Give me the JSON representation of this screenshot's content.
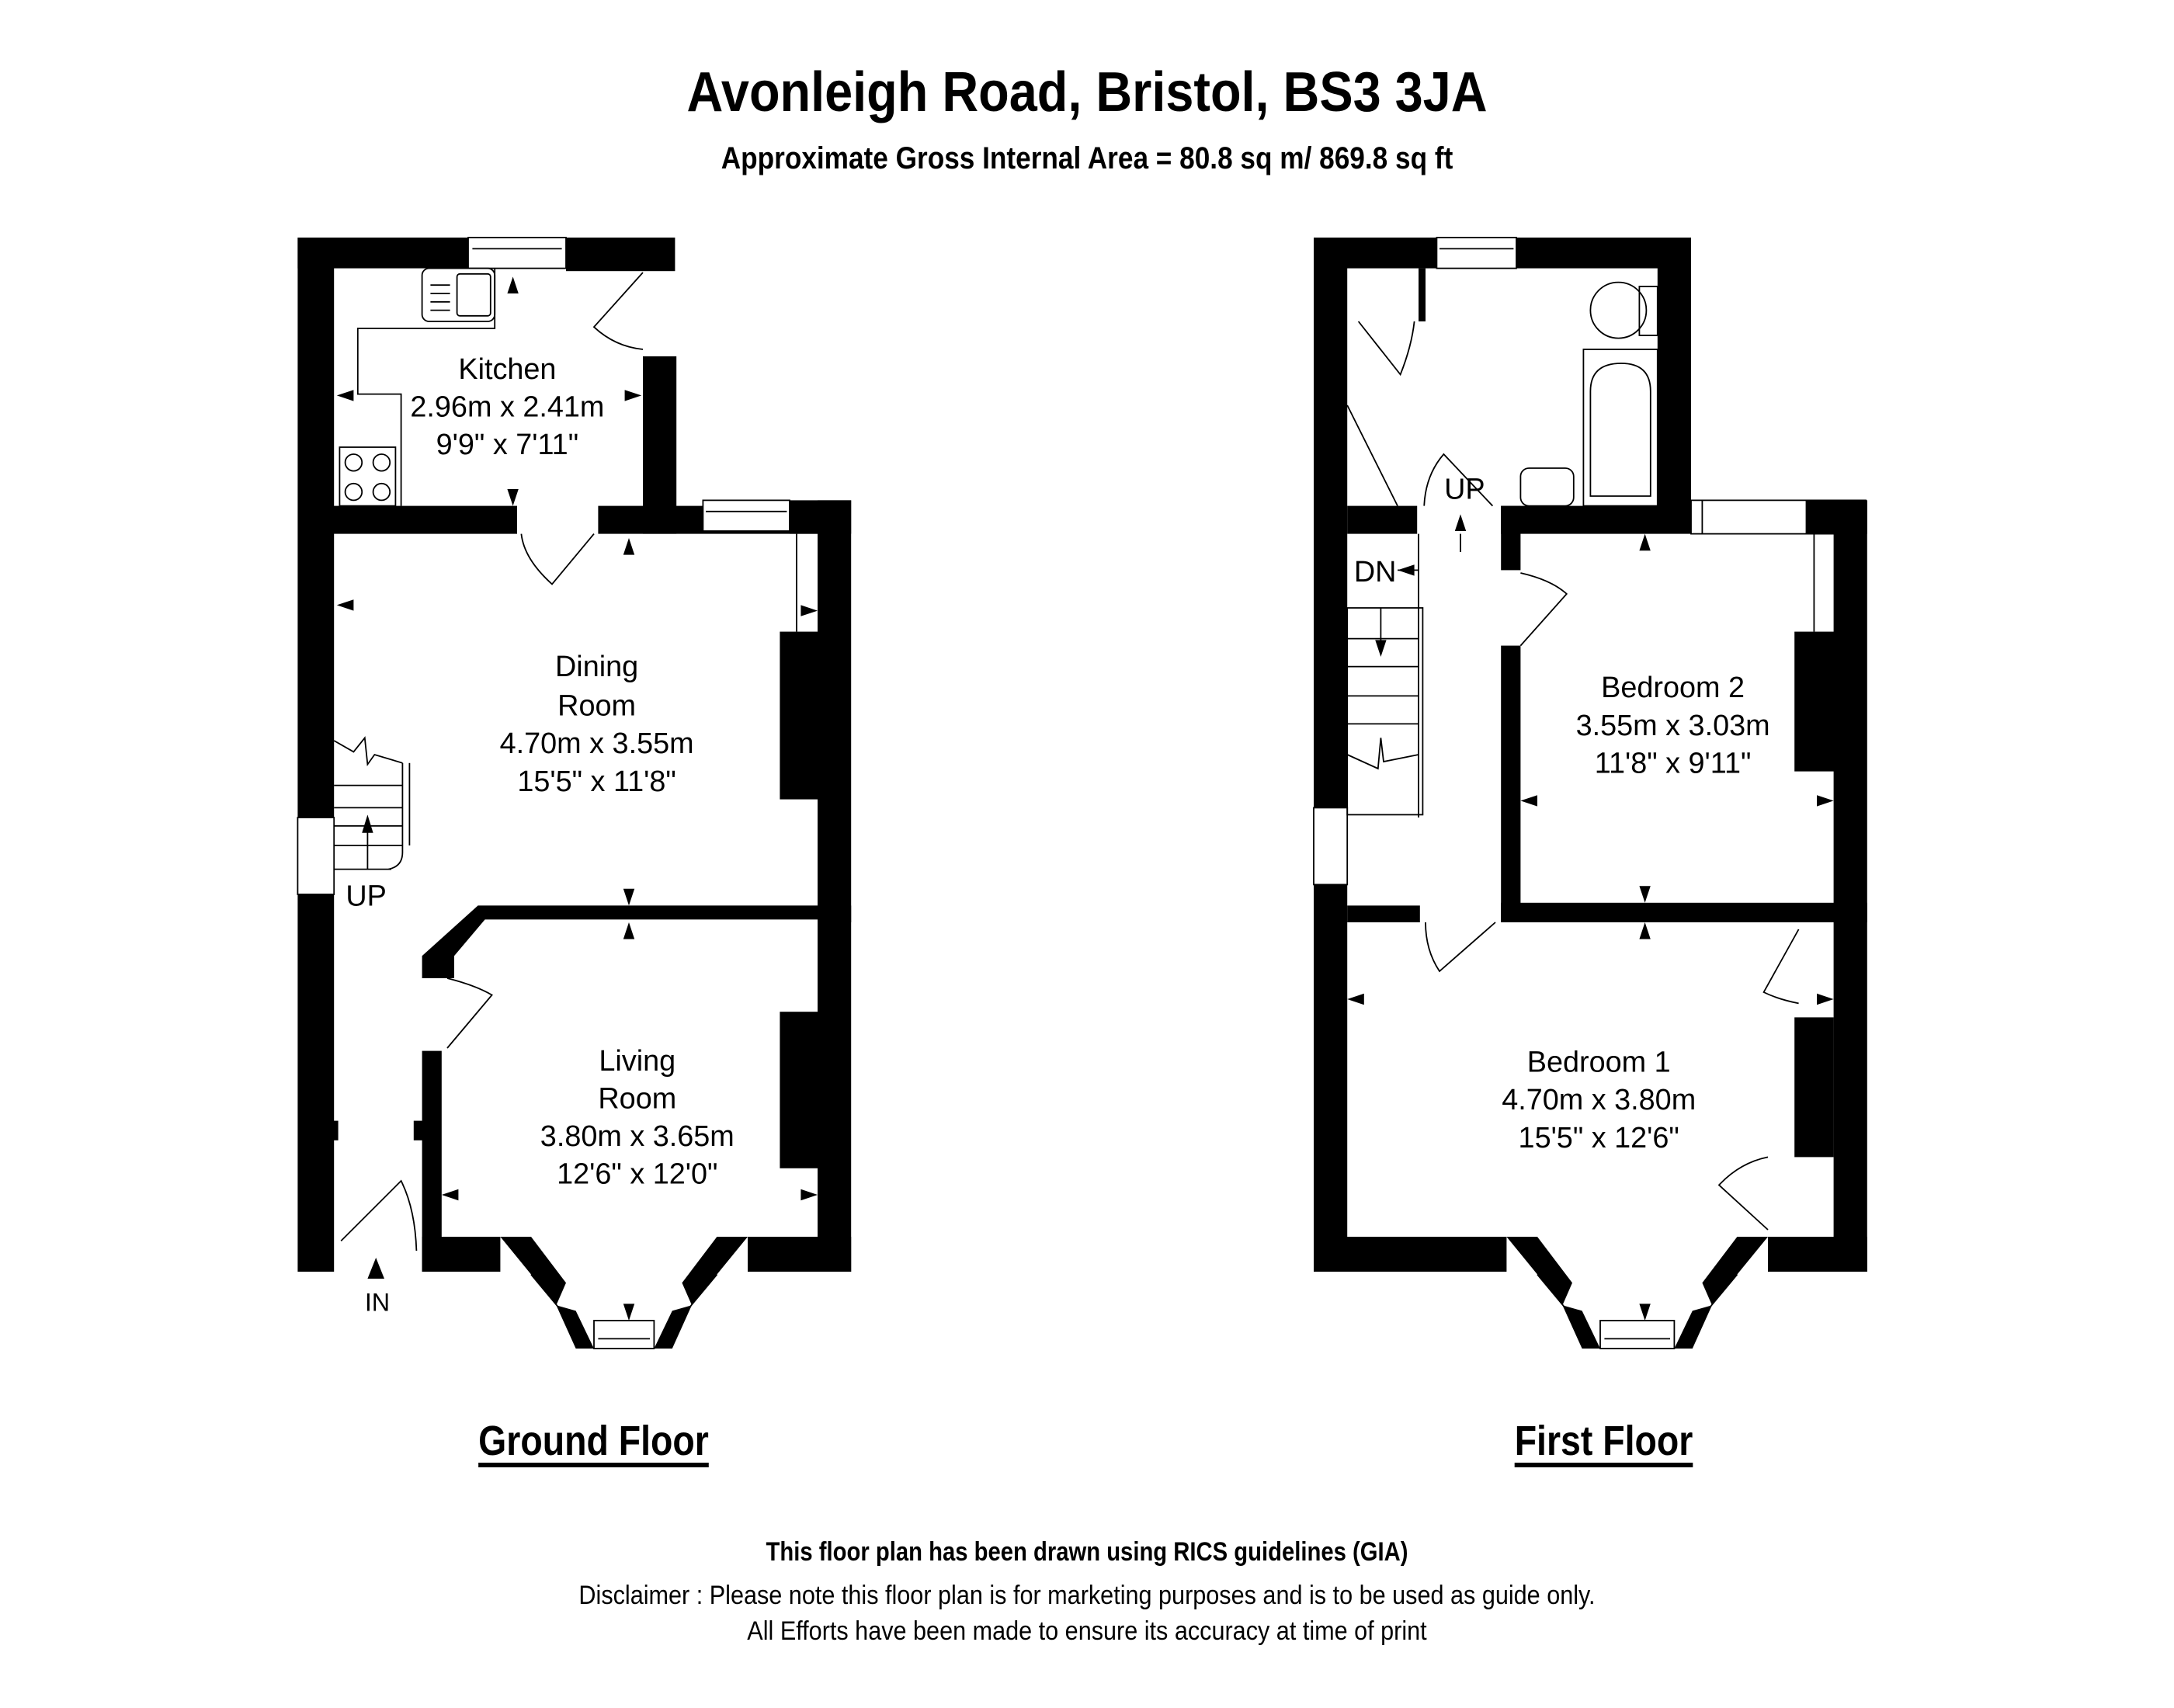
{
  "header": {
    "title": "Avonleigh Road, Bristol, BS3 3JA",
    "subtitle": "Approximate Gross Internal Area = 80.8 sq m/ 869.8 sq ft"
  },
  "floors": [
    {
      "name": "Ground Floor",
      "rooms": [
        {
          "name": "Kitchen",
          "metric": "2.96m x 2.41m",
          "imperial": "9'9\" x 7'11\""
        },
        {
          "name_line1": "Dining",
          "name_line2": "Room",
          "metric": "4.70m x 3.55m",
          "imperial": "15'5\" x 11'8\""
        },
        {
          "name_line1": "Living",
          "name_line2": "Room",
          "metric": "3.80m x 3.65m",
          "imperial": "12'6\" x 12'0\""
        }
      ],
      "markers": {
        "stairs": "UP",
        "entrance": "IN"
      }
    },
    {
      "name": "First Floor",
      "rooms": [
        {
          "name": "Bedroom 2",
          "metric": "3.55m x 3.03m",
          "imperial": "11'8\" x 9'11\""
        },
        {
          "name": "Bedroom 1",
          "metric": "4.70m x 3.80m",
          "imperial": "15'5\" x 12'6\""
        }
      ],
      "markers": {
        "stairs_up": "UP",
        "stairs_down": "DN"
      }
    }
  ],
  "footer": {
    "rics": "This floor plan has been drawn using RICS guidelines (GIA)",
    "disclaimer_line1": "Disclaimer : Please note this floor plan is for marketing purposes and is to be used as guide only.",
    "disclaimer_line2": "All Efforts have been made to ensure its accuracy at time of print"
  },
  "colors": {
    "wall": "#000000",
    "background": "#ffffff"
  }
}
